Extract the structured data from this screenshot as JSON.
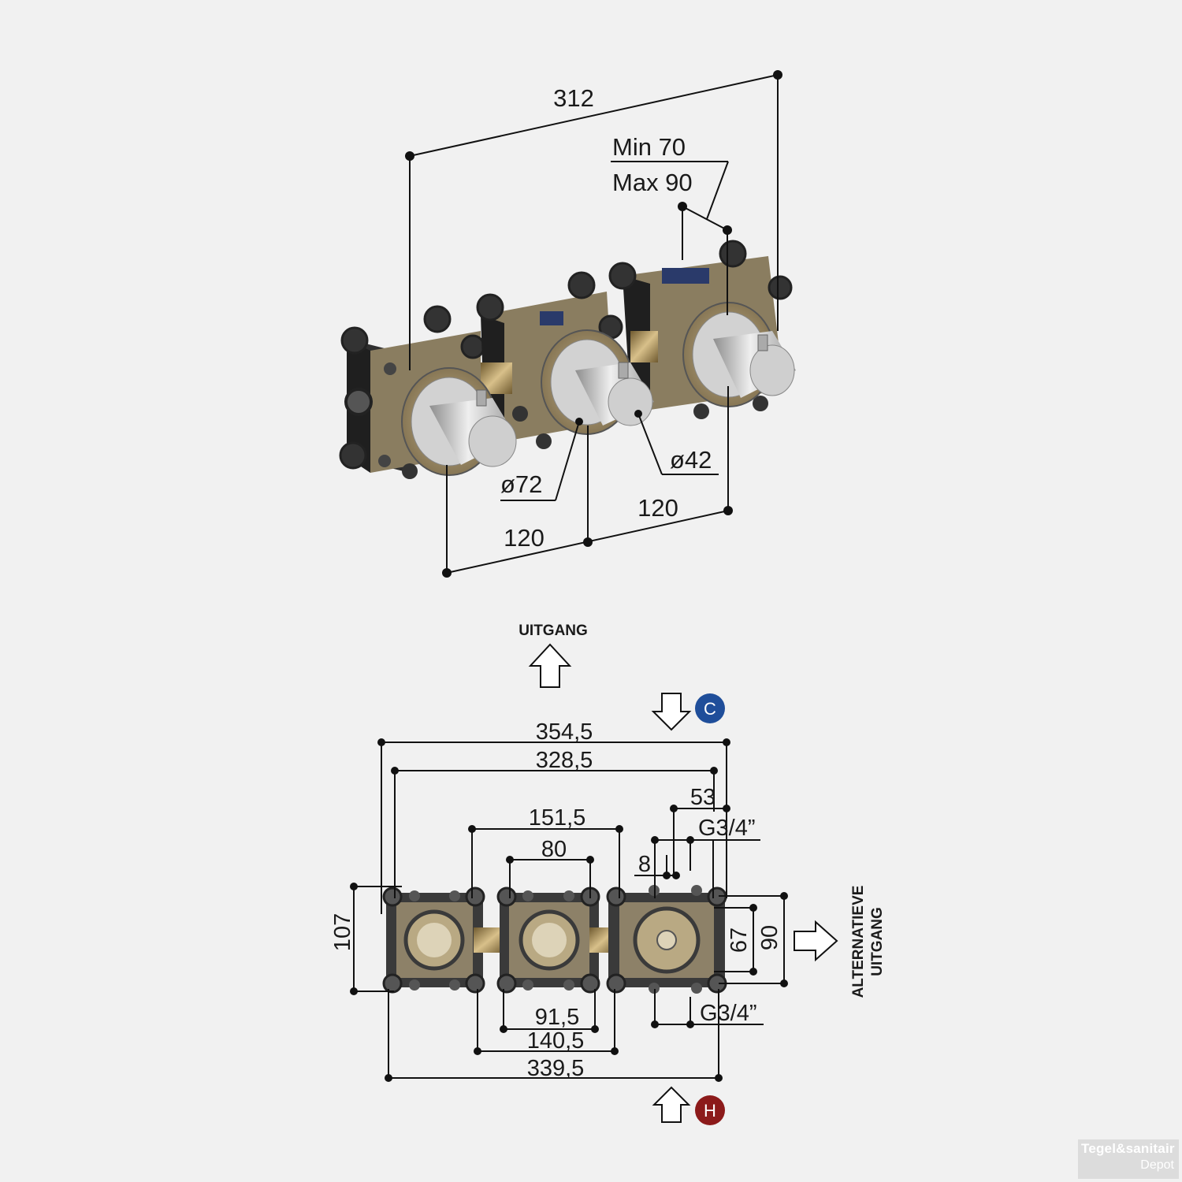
{
  "isometric": {
    "total_width": "312",
    "depth_min": "Min 70",
    "depth_max": "Max 90",
    "diameter_large": "ø72",
    "diameter_small": "ø42",
    "spacing_1": "120",
    "spacing_2": "120"
  },
  "plan": {
    "outlet_label": "UITGANG",
    "alt_outlet_line1": "ALTERNATIEVE",
    "alt_outlet_line2": "UITGANG",
    "cold_badge": "C",
    "hot_badge": "H",
    "dim_354_5": "354,5",
    "dim_328_5": "328,5",
    "dim_53": "53",
    "dim_151_5": "151,5",
    "dim_g34_top": "G3/4”",
    "dim_80": "80",
    "dim_8": "8",
    "dim_107": "107",
    "dim_67": "67",
    "dim_90": "90",
    "dim_g34_bottom": "G3/4”",
    "dim_91_5": "91,5",
    "dim_140_5": "140,5",
    "dim_339_5": "339,5"
  },
  "colors": {
    "cold": "#1f4e9a",
    "hot": "#8c1a1a",
    "housing": "#2b2b2b",
    "brass": "#a58a4a",
    "chrome": "#bfbfbf"
  },
  "watermark": {
    "brand": "Tegel&sanitair",
    "sub": "Depot"
  }
}
